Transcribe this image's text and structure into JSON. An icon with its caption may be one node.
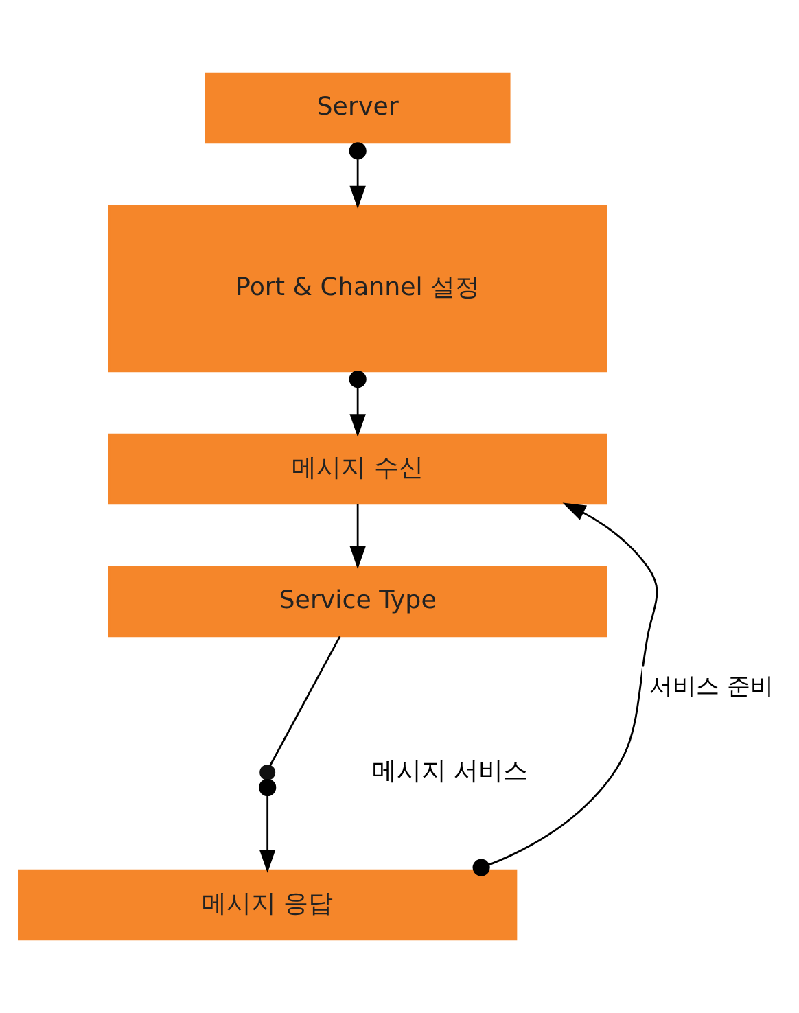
{
  "diagram": {
    "nodes": [
      {
        "text": [
          "Server"
        ]
      },
      {
        "text": [
          "Port & Channel 설정"
        ]
      },
      {
        "text": [
          "메시지 수신"
        ]
      },
      {
        "text": [
          "Service Type"
        ]
      },
      {
        "text": [],
        "shape": "circle"
      },
      {
        "text": [
          "메시지 응답"
        ]
      }
    ],
    "edges": [
      {
        "from": 0,
        "to": 1,
        "arrow": "to"
      },
      {
        "from": 1,
        "to": 2,
        "arrow": "to"
      },
      {
        "from": 2,
        "to": 3,
        "arrow": "to"
      },
      {
        "from": 3,
        "to": 4,
        "arrow": "none"
      },
      {
        "from": 4,
        "to": 5,
        "arrow": "to"
      },
      {
        "from": 5,
        "to": 2,
        "arrow": "to",
        "label": "서비스 준비"
      }
    ],
    "labels": [
      "메시지 서비스"
    ]
  }
}
